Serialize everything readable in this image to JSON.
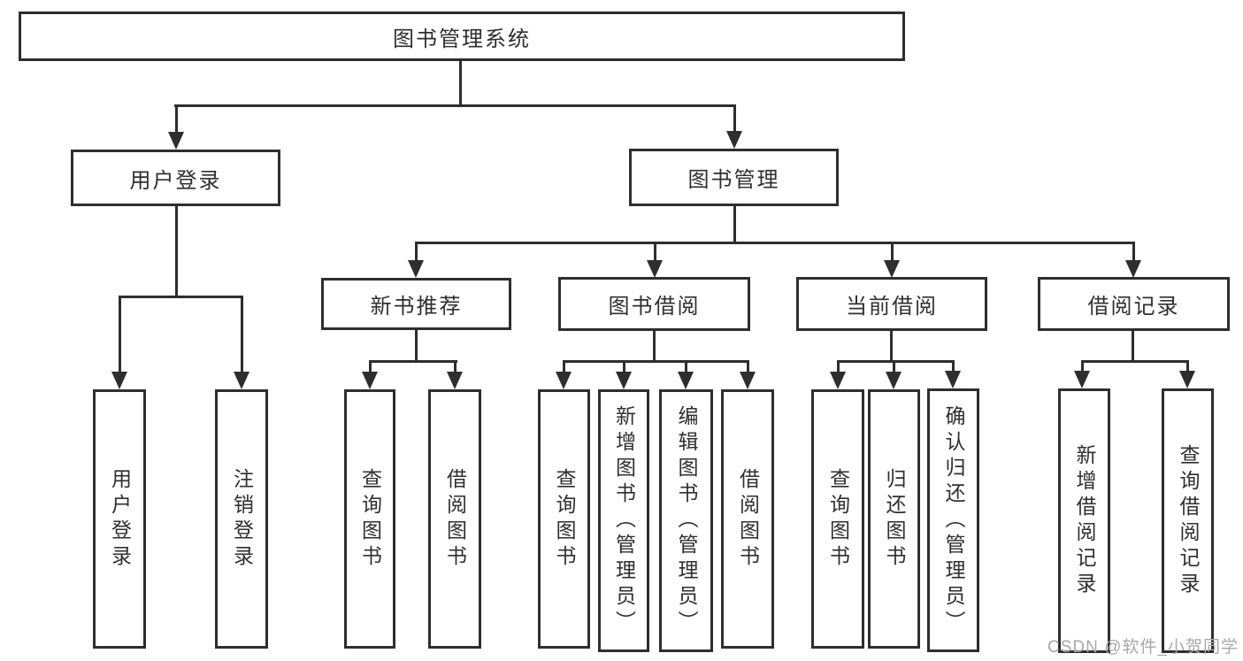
{
  "tree": {
    "root": {
      "label": "图书管理系统"
    },
    "login": {
      "label": "用户登录",
      "children": [
        {
          "label": "用户登录"
        },
        {
          "label": "注销登录"
        }
      ]
    },
    "management": {
      "label": "图书管理",
      "sections": [
        {
          "label": "新书推荐",
          "children": [
            {
              "label": "查询图书"
            },
            {
              "label": "借阅图书"
            }
          ]
        },
        {
          "label": "图书借阅",
          "children": [
            {
              "label": "查询图书"
            },
            {
              "label": "新增图书（管理员）"
            },
            {
              "label": "编辑图书（管理员）"
            },
            {
              "label": "借阅图书"
            }
          ]
        },
        {
          "label": "当前借阅",
          "children": [
            {
              "label": "查询图书"
            },
            {
              "label": "归还图书"
            },
            {
              "label": "确认归还（管理员）"
            }
          ]
        },
        {
          "label": "借阅记录",
          "children": [
            {
              "label": "新增借阅记录"
            },
            {
              "label": "查询借阅记录"
            }
          ]
        }
      ]
    }
  },
  "watermark": {
    "text": "CSDN @软件_小贺同学"
  },
  "colors": {
    "line": "#2e2e2e",
    "text": "#2f2f2f",
    "box_bg": "#ffffff",
    "watermark": "#a8a8a8",
    "background": "#ffffff"
  }
}
